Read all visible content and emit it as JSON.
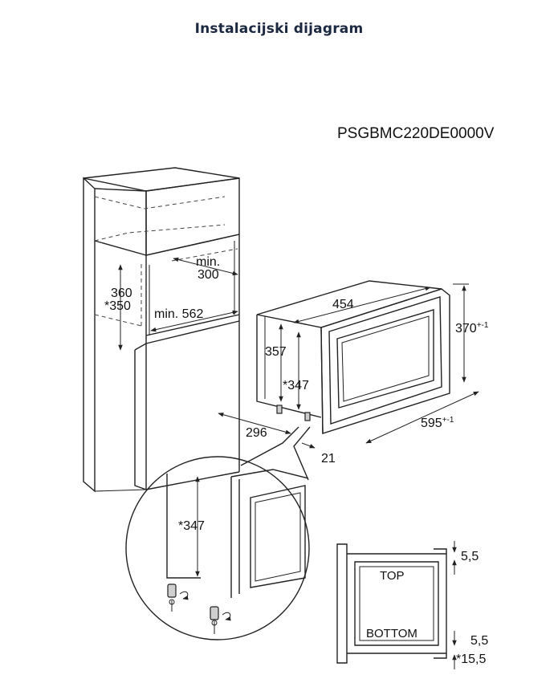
{
  "title": "Instalacijski dijagram",
  "model_code": "PSGBMC220DE0000V",
  "cabinet": {
    "niche_height": "360",
    "niche_height_alt": "*350",
    "min_depth_label": "min.",
    "min_depth_value": "300",
    "min_width": "min. 562"
  },
  "appliance": {
    "width": "454",
    "height_outer": "370",
    "height_outer_tol": "+-1",
    "height_inner": "357",
    "height_alt": "*347",
    "depth": "296",
    "front_offset": "21",
    "front_width": "595",
    "front_width_tol": "+-1"
  },
  "detail": {
    "height_alt": "*347"
  },
  "frame": {
    "top_label": "TOP",
    "bottom_label": "BOTTOM",
    "top_gap": "5,5",
    "bottom_gap": "5,5",
    "bottom_gap_alt": "*15,5"
  }
}
